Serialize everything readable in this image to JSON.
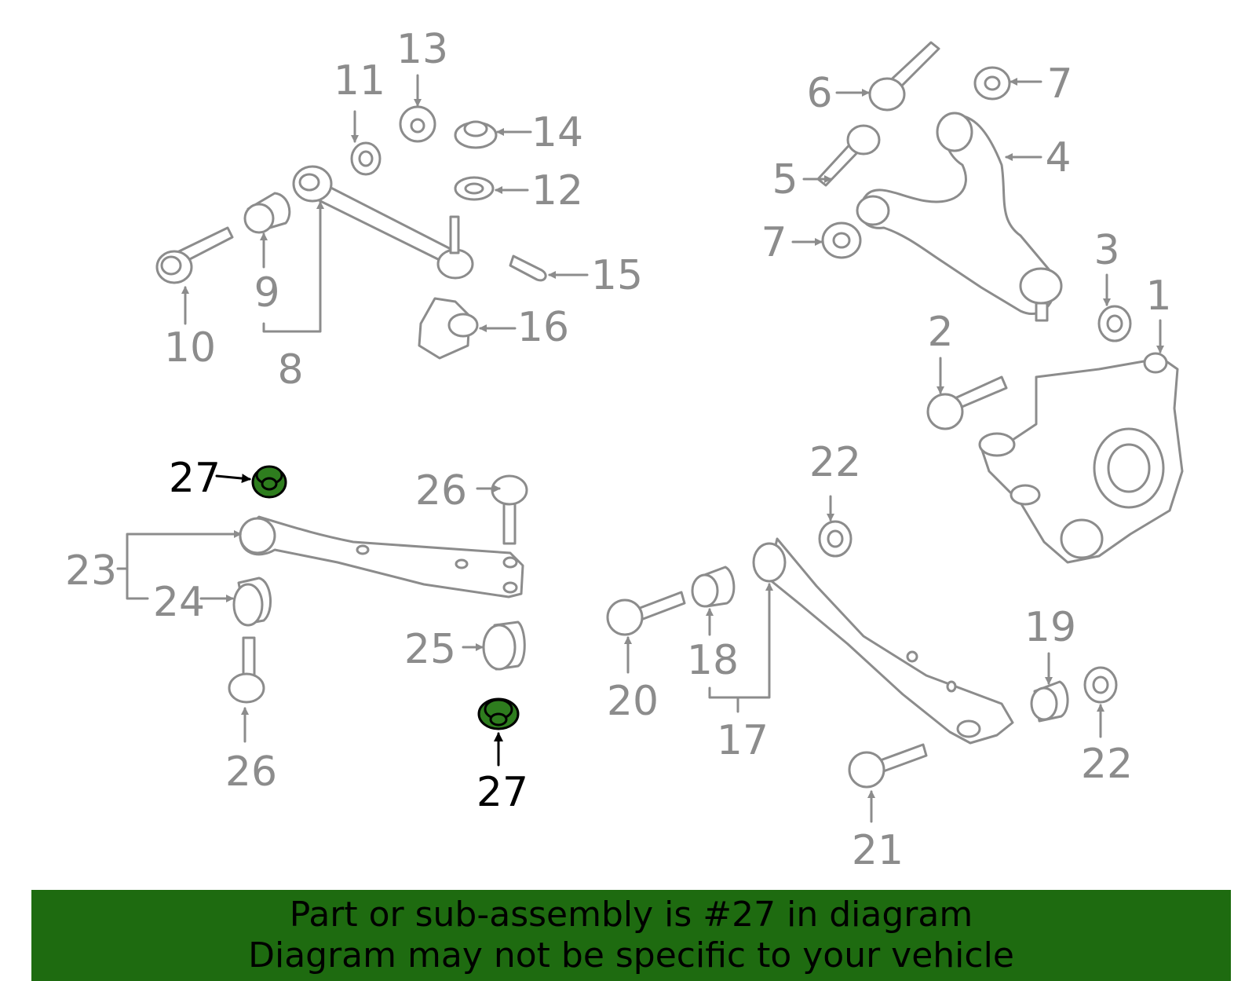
{
  "colors": {
    "line": "#8c8c8c",
    "highlight_fill": "#2e7d1e",
    "banner_bg": "#1e6b10",
    "text_highlight": "#000000"
  },
  "callouts": {
    "n1": "1",
    "n2": "2",
    "n3": "3",
    "n4": "4",
    "n5": "5",
    "n6": "6",
    "n7a": "7",
    "n7b": "7",
    "n8": "8",
    "n9": "9",
    "n10": "10",
    "n11": "11",
    "n12": "12",
    "n13": "13",
    "n14": "14",
    "n15": "15",
    "n16": "16",
    "n17": "17",
    "n18": "18",
    "n19": "19",
    "n20": "20",
    "n21": "21",
    "n22a": "22",
    "n22b": "22",
    "n23": "23",
    "n24": "24",
    "n25": "25",
    "n26a": "26",
    "n26b": "26",
    "n27a": "27",
    "n27b": "27"
  },
  "banner": {
    "line1": "Part or sub-assembly is #27 in diagram",
    "line2": "Diagram may not be specific to your vehicle"
  }
}
